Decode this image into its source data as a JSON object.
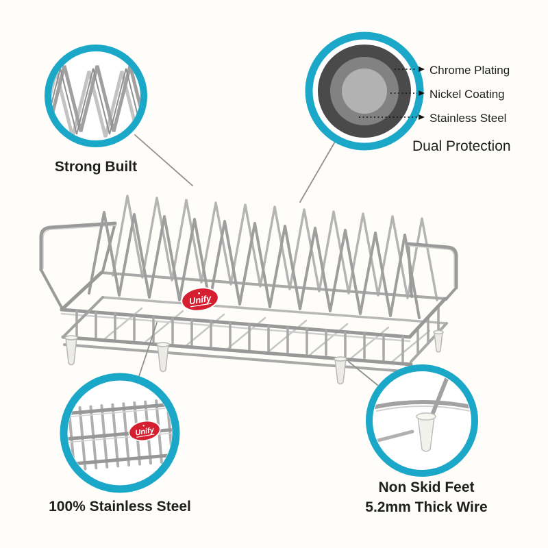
{
  "colors": {
    "accent": "#1BA8C8",
    "badge_red": "#D51F30",
    "text": "#1E1E1E",
    "background": "#FEFDF9"
  },
  "brand": {
    "logo_text": "Unify"
  },
  "callouts": {
    "strong_built": {
      "label": "Strong Built"
    },
    "dual_protection": {
      "label": "Dual Protection",
      "layers": [
        "Chrome Plating",
        "Nickel Coating",
        "Stainless Steel"
      ]
    },
    "stainless": {
      "label": "100% Stainless Steel"
    },
    "feet": {
      "label_line1": "Non Skid Feet",
      "label_line2": "5.2mm Thick Wire"
    }
  }
}
